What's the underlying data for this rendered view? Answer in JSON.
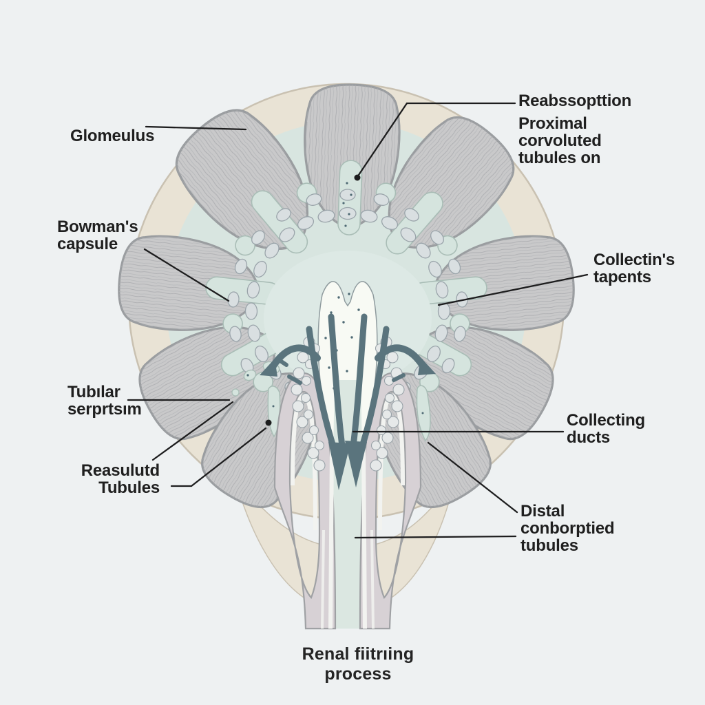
{
  "diagram": {
    "caption": "Renal fiitrıing process",
    "labels": {
      "glomerulus": "Glomeulus",
      "bowmans_capsule": "Bowman's\ncapsule",
      "tubular_secretion": "Tubılar\nserprtsım",
      "reabsorbed_tubules": "Reasulutd\nTubules",
      "reabsorption": "Reabssopttion",
      "proximal_tubules": "Proximal\ncorvoluted\ntubules on",
      "collecting_patents": "Collectin's\ntapents",
      "collecting_ducts": "Collecting\nducts",
      "distal_tubules": "Distal\nconborptied\ntubules"
    },
    "colors": {
      "background": "#eef1f2",
      "kidney_capsule_beige": "#e9e3d5",
      "capsule_rim": "#c9c1b1",
      "pyramid_gray": "#c9c9ca",
      "pyramid_outline": "#9a9da0",
      "calyx_green": "#d5e4de",
      "pelvis_green": "#dde9e5",
      "funnel_white": "#f8faf4",
      "arrow_slate": "#5a747d",
      "ureter_wall_lavender": "#d7d1d5",
      "leader_line": "#1d1d1e"
    }
  }
}
